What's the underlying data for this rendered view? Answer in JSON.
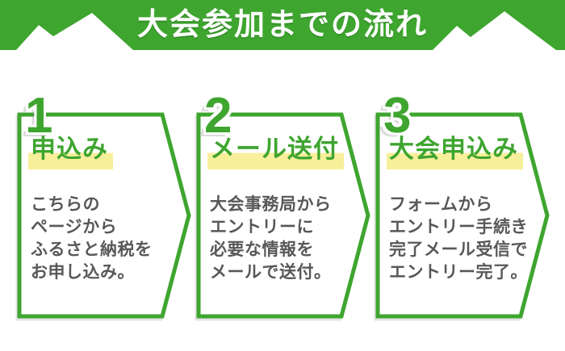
{
  "header": {
    "title": "大会参加までの流れ"
  },
  "steps": [
    {
      "number": "1",
      "title": "申込み",
      "lines": [
        "こちらの",
        "ページから",
        "ふるさと納税を",
        "お申し込み。"
      ]
    },
    {
      "number": "2",
      "title": "メール送付",
      "lines": [
        "大会事務局から",
        "エントリーに",
        "必要な情報を",
        "メールで送付。"
      ]
    },
    {
      "number": "3",
      "title": "大会申込み",
      "lines": [
        "フォームから",
        "エントリー手続き",
        "完了メール受信で",
        "エントリー完了。"
      ]
    }
  ],
  "colors": {
    "accent_green": "#3ea52f",
    "highlight_yellow": "#f8ef9b",
    "body_text_gray": "#595757",
    "header_text": "#ffffff",
    "background": "#ffffff"
  }
}
